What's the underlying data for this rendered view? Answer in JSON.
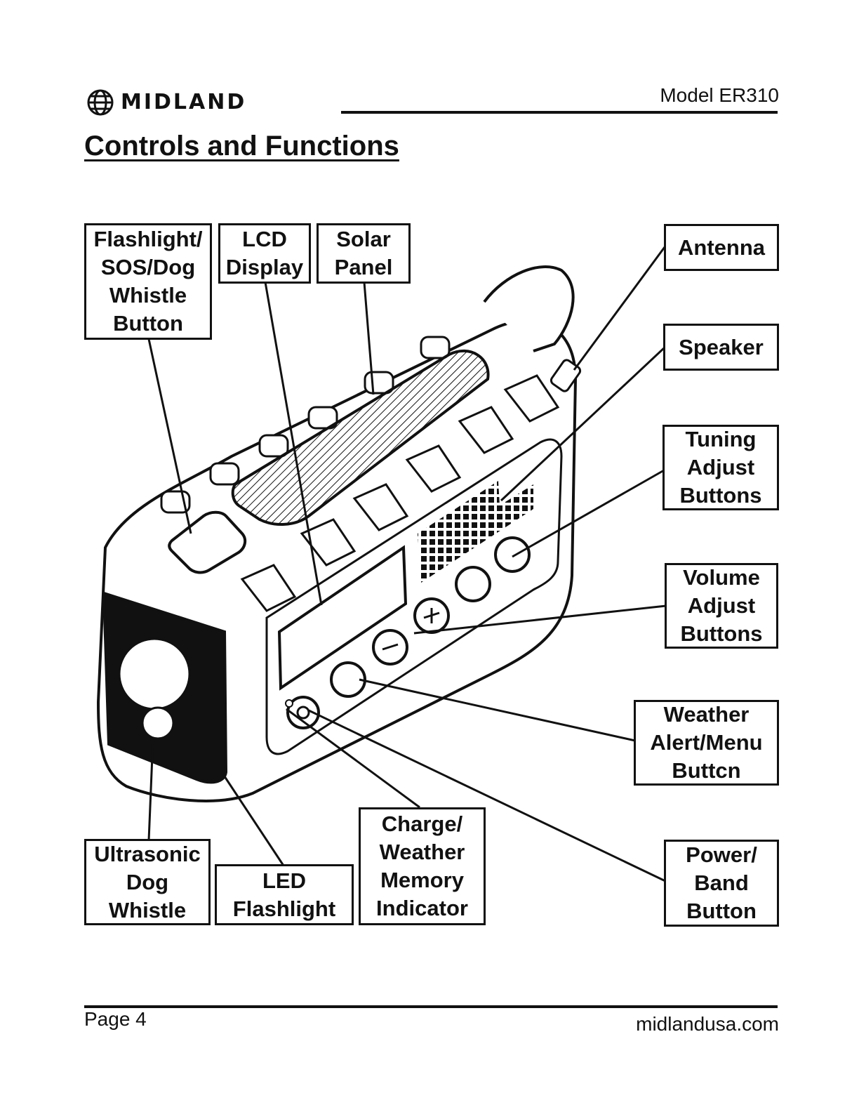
{
  "header": {
    "brand": "MIDLAND",
    "model": "Model ER310"
  },
  "title": "Controls and Functions",
  "labels": {
    "flashlight_button": "Flashlight/\nSOS/Dog\nWhistle\nButton",
    "lcd_display": "LCD\nDisplay",
    "solar_panel": "Solar\nPanel",
    "antenna": "Antenna",
    "speaker": "Speaker",
    "tuning": "Tuning\nAdjust\nButtons",
    "volume": "Volume\nAdjust\nButtons",
    "weather_alert": "Weather\nAlert/Menu\nButtcn",
    "power_band": "Power/\nBand\nButton",
    "charge_indicator": "Charge/\nWeather\nMemory\nIndicator",
    "led_flashlight": "LED\nFlashlight",
    "ultrasonic": "Ultrasonic\nDog\nWhistle"
  },
  "footer": {
    "page": "Page 4",
    "website": "midlandusa.com"
  }
}
